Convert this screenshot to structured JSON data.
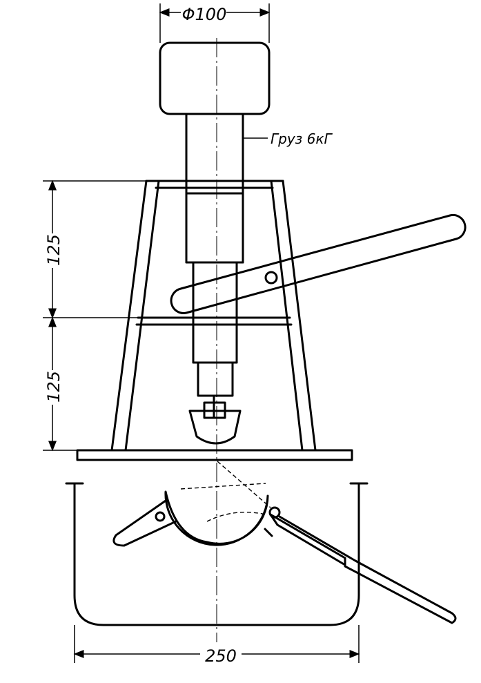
{
  "dimensions": {
    "top_diameter": "Φ100",
    "upper_height": "125",
    "lower_height": "125",
    "base_width": "250"
  },
  "callouts": {
    "weight": "Груз 6кГ"
  }
}
